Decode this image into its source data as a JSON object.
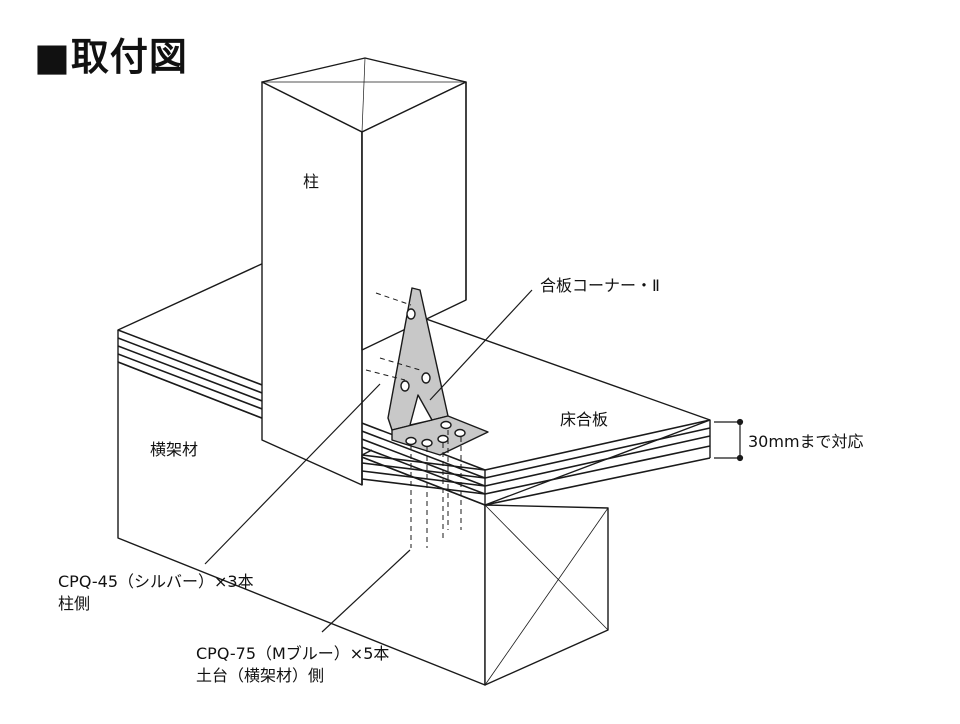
{
  "title": "■取付図",
  "labels": {
    "column": "柱",
    "bracket": "合板コーナー・Ⅱ",
    "floor_plywood": "床合板",
    "thickness_note": "30mmまで対応",
    "crossbeam": "横架材",
    "screw_column_line1": "CPQ-45（シルバー）×3本",
    "screw_column_line2": "柱側",
    "screw_sill_line1": "CPQ-75（Mブルー）×5本",
    "screw_sill_line2": "土台（横架材）側"
  },
  "colors": {
    "line": "#1a1a1a",
    "bracket_fill": "#c8c8c8",
    "background": "#ffffff"
  }
}
